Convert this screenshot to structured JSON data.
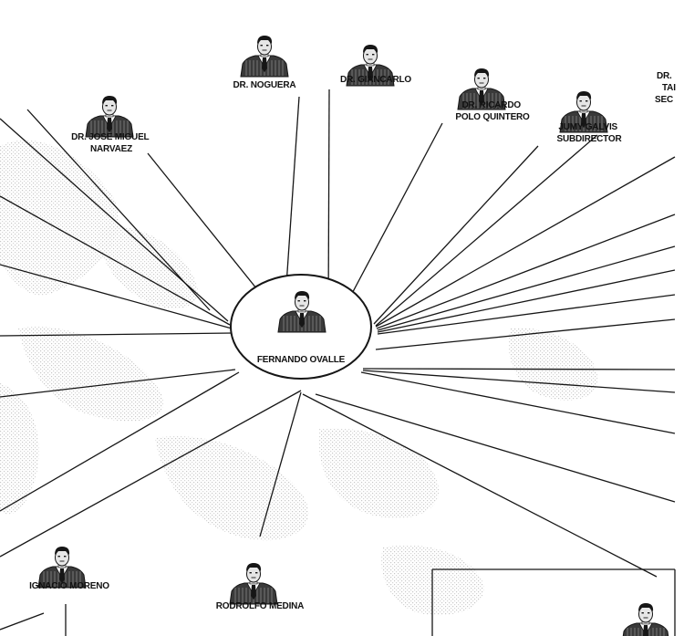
{
  "center": {
    "name": "FERNANDO OVALLE"
  },
  "people": [
    {
      "id": "noguera",
      "lines": [
        "DR. NOGUERA"
      ]
    },
    {
      "id": "giancarlo",
      "lines": [
        "DR. GIANCARLO"
      ]
    },
    {
      "id": "ricardo",
      "lines": [
        "DR. RICARDO",
        "POLO QUINTERO"
      ]
    },
    {
      "id": "jumy",
      "lines": [
        "JUMY GALVIS",
        "SUBDIRECTOR"
      ]
    },
    {
      "id": "jose",
      "lines": [
        "DR. JOSE MIGUEL",
        "NARVAEZ"
      ]
    },
    {
      "id": "ignacio",
      "lines": [
        "IGNACIO MORENO"
      ]
    },
    {
      "id": "rodrolfo",
      "lines": [
        "RODROLFO MEDINA"
      ]
    },
    {
      "id": "partial-right",
      "lines": [
        "DR.",
        "TAI",
        "SEC"
      ]
    }
  ],
  "colors": {
    "ink": "#161616",
    "paper": "#ffffff",
    "halftone": "#9a9a9a"
  }
}
